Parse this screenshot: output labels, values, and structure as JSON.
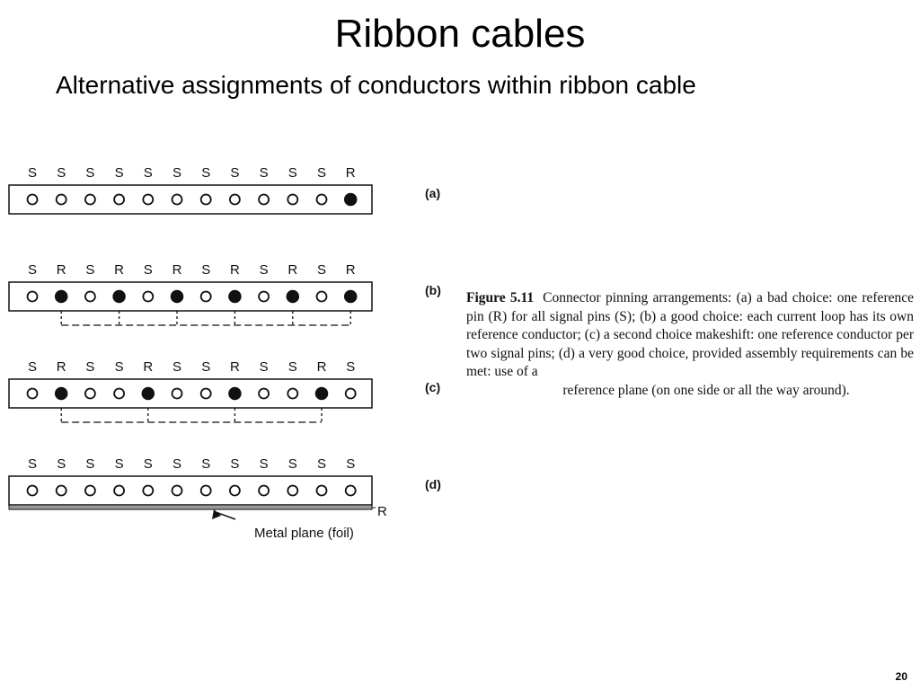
{
  "slide": {
    "title": "Ribbon cables",
    "subtitle": "Alternative assignments of conductors within ribbon cable",
    "page_number": "20"
  },
  "figure": {
    "caption_label": "Figure 5.11",
    "caption_text": "Connector pinning arrangements: (a) a bad choice: one reference pin (R) for all signal pins (S); (b) a good choice: each current loop has its own reference conductor; (c) a second choice makeshift: one reference conductor per two signal pins; (d) a very good choice, provided assembly requirements can be met: use of a",
    "caption_text_end": "reference plane (on one side or all the way around).",
    "rows": [
      {
        "label": "(a)",
        "pins": [
          "S",
          "S",
          "S",
          "S",
          "S",
          "S",
          "S",
          "S",
          "S",
          "S",
          "S",
          "R"
        ],
        "connected": false,
        "plane": false
      },
      {
        "label": "(b)",
        "pins": [
          "S",
          "R",
          "S",
          "R",
          "S",
          "R",
          "S",
          "R",
          "S",
          "R",
          "S",
          "R"
        ],
        "connected": true,
        "plane": false
      },
      {
        "label": "(c)",
        "pins": [
          "S",
          "R",
          "S",
          "S",
          "R",
          "S",
          "S",
          "R",
          "S",
          "S",
          "R",
          "S"
        ],
        "connected": true,
        "plane": false
      },
      {
        "label": "(d)",
        "pins": [
          "S",
          "S",
          "S",
          "S",
          "S",
          "S",
          "S",
          "S",
          "S",
          "S",
          "S",
          "S"
        ],
        "connected": false,
        "plane": true
      }
    ],
    "plane_ref_label": "R",
    "plane_annotation": "Metal plane (foil)",
    "colors": {
      "ink": "#111111",
      "foil": "#9a9a9a"
    }
  }
}
